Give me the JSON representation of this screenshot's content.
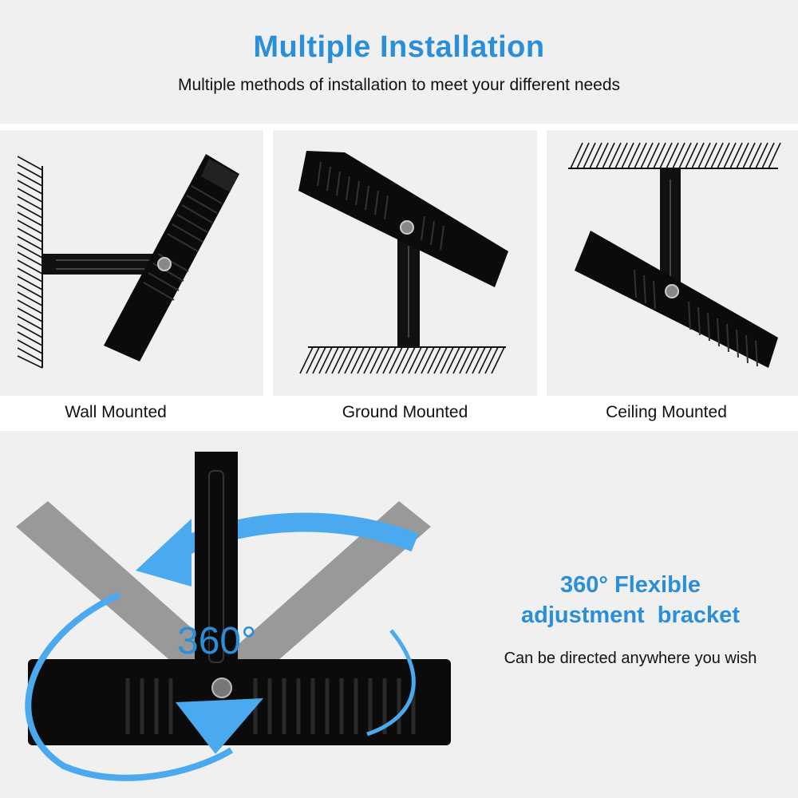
{
  "header": {
    "title": "Multiple Installation",
    "subtitle": "Multiple methods of installation to meet your different needs"
  },
  "panels": [
    {
      "label": "Wall Mounted",
      "icon": "wall-mount-illustration"
    },
    {
      "label": "Ground Mounted",
      "icon": "ground-mount-illustration"
    },
    {
      "label": "Ceiling Mounted",
      "icon": "ceiling-mount-illustration"
    }
  ],
  "feature": {
    "title_line1": "360° Flexible",
    "title_line2": "adjustment  bracket",
    "subtitle": "Can be directed anywhere you wish",
    "overlay_text": "360°"
  },
  "colors": {
    "accent": "#2a8fd8",
    "background": "#f0f0f0",
    "arrow": "#4aa9ef",
    "product": "#111111"
  }
}
